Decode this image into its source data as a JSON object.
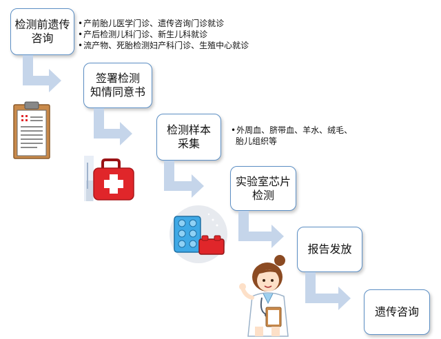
{
  "steps": [
    {
      "lines": [
        "检测前遗传",
        "咨询"
      ]
    },
    {
      "lines": [
        "签署检测",
        "知情同意书"
      ]
    },
    {
      "lines": [
        "检测样本",
        "采集"
      ]
    },
    {
      "lines": [
        "实验室芯片",
        "检测"
      ]
    },
    {
      "lines": [
        "报告发放"
      ]
    },
    {
      "lines": [
        "遗传咨询"
      ]
    }
  ],
  "notes": {
    "consult_sources": [
      "产前胎儿医学门诊、遗传咨询门诊就诊",
      "产后检测儿科门诊、新生儿科就诊",
      "流产物、死胎检测妇产科门诊、生殖中心就诊"
    ],
    "sample_types": [
      "外周血、脐带血、羊水、绒毛、",
      "胎儿组织等"
    ]
  },
  "icons": [
    "clipboard-icon",
    "first-aid-kit-icon",
    "lab-plate-icon",
    "doctor-icon"
  ],
  "colors": {
    "box_border": "#5b8ec4",
    "arrow_fill": "#c5d5ea",
    "kit_red": "#e0262a",
    "plate_blue": "#3fa9e6"
  }
}
